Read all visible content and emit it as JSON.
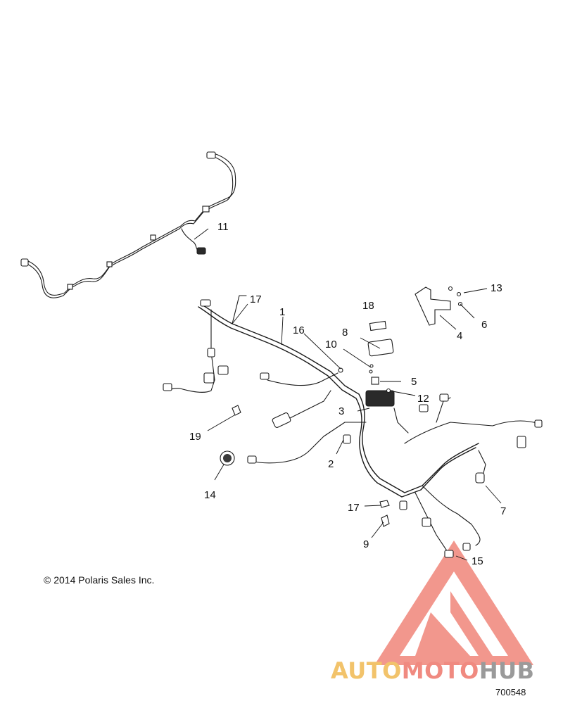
{
  "diagram": {
    "callouts": [
      "1",
      "2",
      "3",
      "4",
      "5",
      "6",
      "7",
      "8",
      "9",
      "10",
      "11",
      "12",
      "13",
      "14",
      "15",
      "16",
      "17",
      "17",
      "18",
      "19"
    ],
    "copyright": "© 2014 Polaris Sales Inc.",
    "doc_number": "700548"
  },
  "watermark": {
    "parts": [
      "AUTO",
      "MOTO",
      "HUB"
    ],
    "colors": {
      "auto": "#f2c36b",
      "moto": "#f08a80",
      "hub": "#9a9a9a",
      "triangle": "#f0857a"
    }
  }
}
